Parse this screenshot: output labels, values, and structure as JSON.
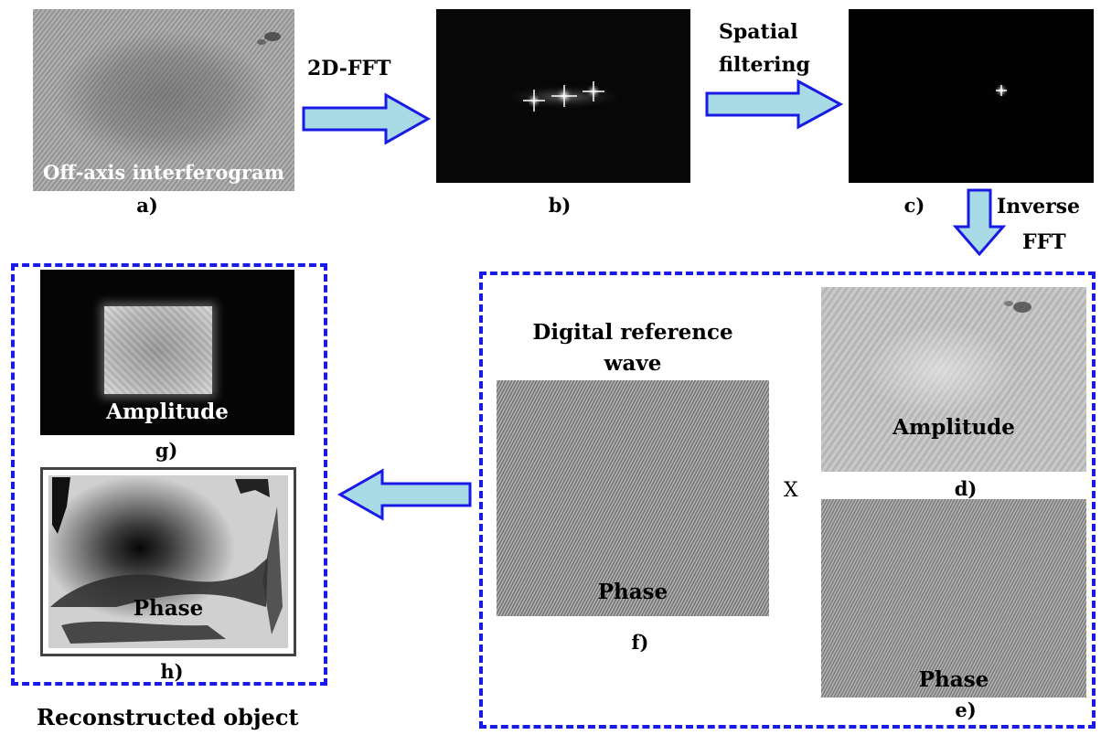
{
  "arrows": {
    "fft": "2D-FFT",
    "spatial_line1": "Spatial",
    "spatial_line2": "filtering",
    "inverse_line1": "Inverse",
    "inverse_line2": "FFT"
  },
  "panels": {
    "a": {
      "overlay": "Off-axis interferogram",
      "caption": "a)"
    },
    "b": {
      "caption": "b)"
    },
    "c": {
      "caption": "c)"
    },
    "d": {
      "overlay": "Amplitude",
      "caption": "d)"
    },
    "e": {
      "overlay": "Phase",
      "caption": "e)"
    },
    "f": {
      "title_line1": "Digital reference",
      "title_line2": "wave",
      "overlay": "Phase",
      "caption": "f)"
    },
    "g": {
      "overlay": "Amplitude",
      "caption": "g)"
    },
    "h": {
      "overlay": "Phase",
      "caption": "h)"
    }
  },
  "multiply_symbol": "X",
  "reconstructed_label": "Reconstructed object",
  "colors": {
    "arrow_fill": "#a9dbe6",
    "arrow_stroke": "#1a1ae6",
    "dash_box": "#1a1ae6"
  }
}
